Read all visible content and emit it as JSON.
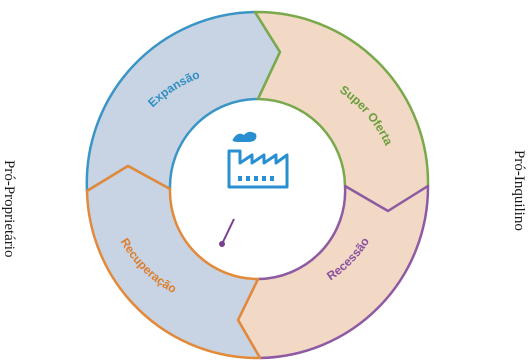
{
  "side_labels": {
    "left": "Pró-Proprietário",
    "right": "Pró-Inquilino"
  },
  "segments": [
    {
      "key": "expansao",
      "label": "Expansão",
      "fill": "#c8d4e3",
      "stroke": "#3a95c7",
      "text_color": "#2f8fc3"
    },
    {
      "key": "super",
      "label": "Super Oferta",
      "fill": "#f1d9c6",
      "stroke": "#79a94a",
      "text_color": "#6b9d3a"
    },
    {
      "key": "recessao",
      "label": "Recessão",
      "fill": "#f1d9c6",
      "stroke": "#8f5aa4",
      "text_color": "#8a4f9f"
    },
    {
      "key": "recuperacao",
      "label": "Recuperação",
      "fill": "#c8d4e3",
      "stroke": "#e3893a",
      "text_color": "#dc7e2e"
    }
  ],
  "center": {
    "icon": "factory-icon",
    "icon_color": "#2a8fd0",
    "needle_color": "#7a3e93"
  }
}
